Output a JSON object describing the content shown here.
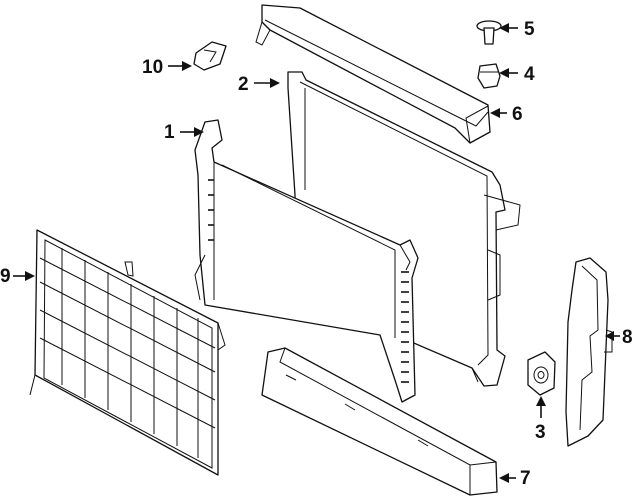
{
  "callouts": [
    {
      "label": "1",
      "part": "auxiliary-radiator"
    },
    {
      "label": "2",
      "part": "radiator"
    },
    {
      "label": "3",
      "part": "mount-insulator"
    },
    {
      "label": "4",
      "part": "clip"
    },
    {
      "label": "5",
      "part": "push-pin"
    },
    {
      "label": "6",
      "part": "upper-cover"
    },
    {
      "label": "7",
      "part": "lower-air-deflector"
    },
    {
      "label": "8",
      "part": "side-seal"
    },
    {
      "label": "9",
      "part": "grille-shutter-frame"
    },
    {
      "label": "10",
      "part": "bracket"
    }
  ],
  "colors": {
    "line": "#111111",
    "background": "#ffffff"
  }
}
